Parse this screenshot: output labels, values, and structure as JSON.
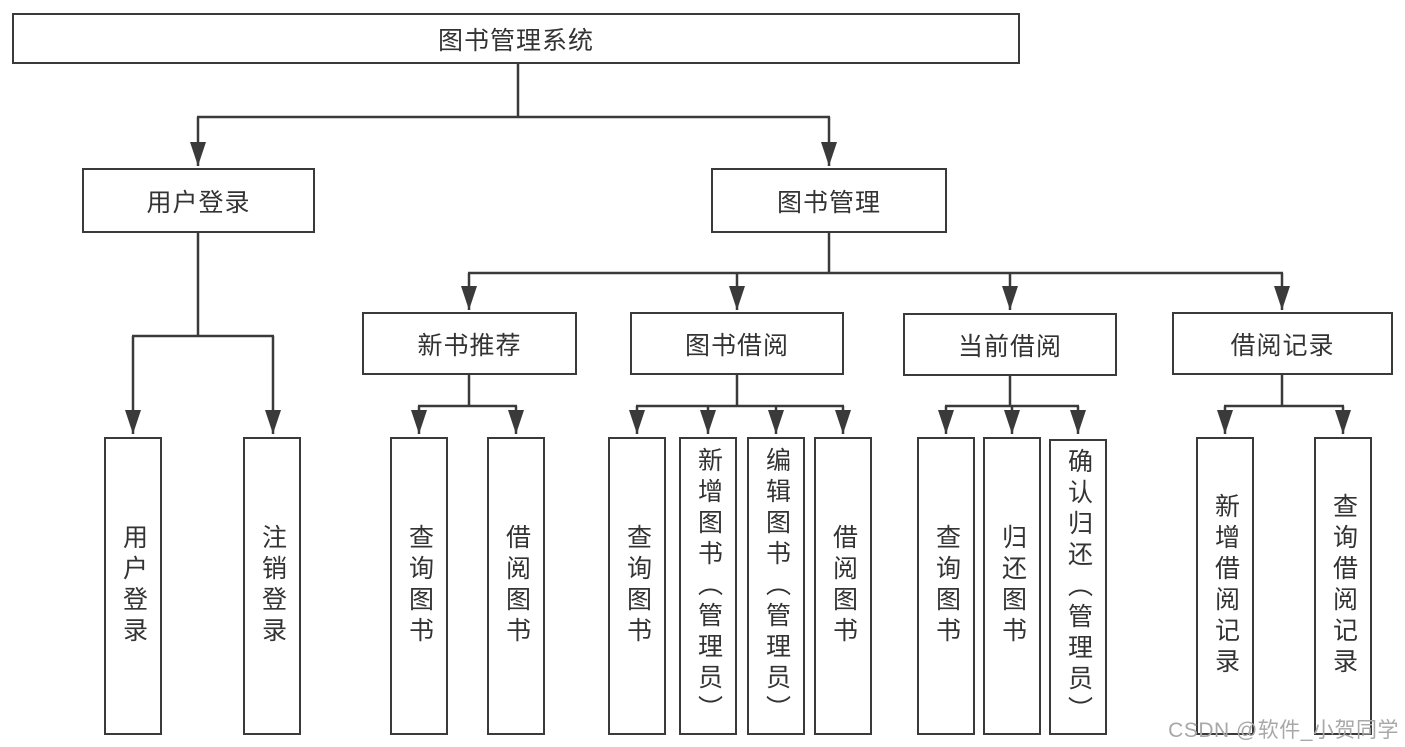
{
  "tree": {
    "root": {
      "label": "图书管理系统",
      "children": [
        {
          "label": "用户登录",
          "children": [
            {
              "label": "用户登录"
            },
            {
              "label": "注销登录"
            }
          ]
        },
        {
          "label": "图书管理",
          "children": [
            {
              "label": "新书推荐",
              "children": [
                {
                  "label": "查询图书"
                },
                {
                  "label": "借阅图书"
                }
              ]
            },
            {
              "label": "图书借阅",
              "children": [
                {
                  "label": "查询图书"
                },
                {
                  "label": "新增图书（管理员）"
                },
                {
                  "label": "编辑图书（管理员）"
                },
                {
                  "label": "借阅图书"
                }
              ]
            },
            {
              "label": "当前借阅",
              "children": [
                {
                  "label": "查询图书"
                },
                {
                  "label": "归还图书"
                },
                {
                  "label": "确认归还（管理员）"
                }
              ]
            },
            {
              "label": "借阅记录",
              "children": [
                {
                  "label": "新增借阅记录"
                },
                {
                  "label": "查询借阅记录"
                }
              ]
            }
          ]
        }
      ]
    }
  },
  "watermark": {
    "text": "CSDN @软件_小贺同学"
  },
  "colors": {
    "line": "#3a3a3a",
    "text": "#333333",
    "box_background": "#ffffff",
    "watermark": "#a8a8a8",
    "background": "#ffffff"
  }
}
